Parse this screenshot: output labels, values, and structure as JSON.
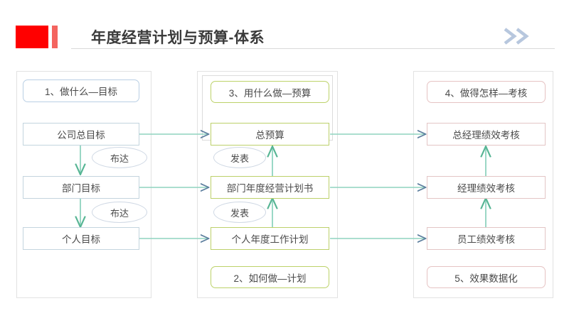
{
  "header": {
    "title": "年度经营计划与预算-体系",
    "logo_color": "#ff0000",
    "logo_bar_color": "#f4645f",
    "chevron_color": "#b7c7de",
    "chevron_icon": "double-chevron-right-icon",
    "rule_color": "#d9d9d9"
  },
  "columns": [
    {
      "id": "goals",
      "accent": "#b9cfe4",
      "header": "1、做什么—目标",
      "footer": null,
      "nodes": [
        {
          "label": "公司总目标"
        },
        {
          "label": "部门目标"
        },
        {
          "label": "个人目标"
        }
      ],
      "connectors": [
        {
          "label": "布达"
        },
        {
          "label": "布达"
        }
      ]
    },
    {
      "id": "budget-plan",
      "accent": "#bcd269",
      "header": "3、用什么做—预算",
      "footer": "2、如何做—计划",
      "nodes": [
        {
          "label": "总预算"
        },
        {
          "label": "部门年度经营计划书"
        },
        {
          "label": "个人年度工作计划"
        }
      ],
      "connectors": [
        {
          "label": "发表"
        },
        {
          "label": "发表"
        }
      ]
    },
    {
      "id": "appraisal",
      "accent": "#e6c3c3",
      "header": "4、做得怎样—考核",
      "footer": "5、效果数据化",
      "nodes": [
        {
          "label": "总经理绩效考核"
        },
        {
          "label": "经理绩效考核"
        },
        {
          "label": "员工绩效考核"
        }
      ],
      "connectors": []
    }
  ],
  "flow": {
    "arrow_color": "#8fd3bf",
    "arrow_head_color": "#5d7f9e",
    "horizontal_links": [
      {
        "from": "公司总目标",
        "to": "总预算"
      },
      {
        "from": "总预算",
        "to": "总经理绩效考核"
      },
      {
        "from": "部门目标",
        "to": "部门年度经营计划书"
      },
      {
        "from": "部门年度经营计划书",
        "to": "经理绩效考核"
      },
      {
        "from": "个人目标",
        "to": "个人年度工作计划"
      },
      {
        "from": "个人年度工作计划",
        "to": "员工绩效考核"
      }
    ],
    "vertical_links": [
      {
        "from": "公司总目标",
        "to": "部门目标",
        "direction": "down"
      },
      {
        "from": "部门目标",
        "to": "个人目标",
        "direction": "down"
      },
      {
        "from": "部门年度经营计划书",
        "to": "总预算",
        "direction": "up"
      },
      {
        "from": "个人年度工作计划",
        "to": "部门年度经营计划书",
        "direction": "up"
      },
      {
        "from": "经理绩效考核",
        "to": "总经理绩效考核",
        "direction": "up"
      },
      {
        "from": "员工绩效考核",
        "to": "经理绩效考核",
        "direction": "up"
      }
    ]
  }
}
